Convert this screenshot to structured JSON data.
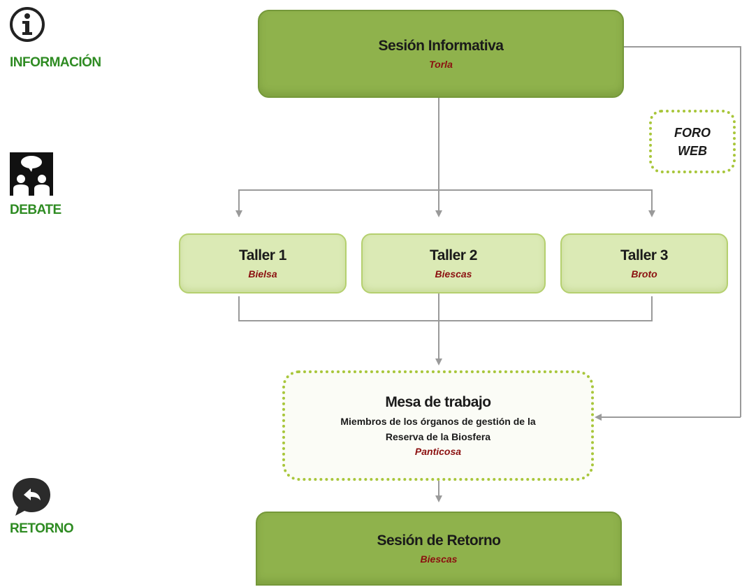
{
  "legend": {
    "informacion": "INFORMACIÓN",
    "debate": "DEBATE",
    "retorno": "RETORNO"
  },
  "nodes": {
    "sesion_informativa": {
      "title": "Sesión Informativa",
      "location": "Torla"
    },
    "foro_web": {
      "line1": "FORO",
      "line2": "WEB"
    },
    "taller1": {
      "title": "Taller 1",
      "location": "Bielsa"
    },
    "taller2": {
      "title": "Taller 2",
      "location": "Biescas"
    },
    "taller3": {
      "title": "Taller 3",
      "location": "Broto"
    },
    "mesa": {
      "title": "Mesa de trabajo",
      "line1": "Miembros de los órganos de gestión de la",
      "line2": "Reserva de la Biosfera",
      "location": "Panticosa"
    },
    "sesion_retorno": {
      "title": "Sesión de Retorno",
      "location": "Biescas"
    }
  },
  "colors": {
    "main_box": "#8fb24c",
    "taller_box": "#dbeab5",
    "dotted_border": "#a8c63a",
    "legend_text": "#2e8b22",
    "location_text": "#8b1010",
    "connector": "#9a9a9a"
  },
  "icons": {
    "informacion": "info-icon",
    "debate": "meeting-people-icon",
    "retorno": "reply-bubble-icon"
  }
}
